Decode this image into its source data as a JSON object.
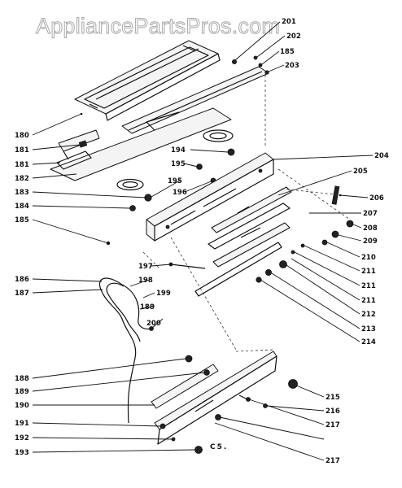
{
  "watermark": "AppliancePartsPros.com",
  "figure_code": "C5.",
  "callouts": [
    {
      "id": "201",
      "label": "201"
    },
    {
      "id": "202",
      "label": "202"
    },
    {
      "id": "185a",
      "label": "185"
    },
    {
      "id": "203",
      "label": "203"
    },
    {
      "id": "180",
      "label": "180"
    },
    {
      "id": "181a",
      "label": "181"
    },
    {
      "id": "181b",
      "label": "181"
    },
    {
      "id": "182",
      "label": "182"
    },
    {
      "id": "183",
      "label": "183"
    },
    {
      "id": "184",
      "label": "184"
    },
    {
      "id": "185b",
      "label": "185"
    },
    {
      "id": "194",
      "label": "194"
    },
    {
      "id": "195a",
      "label": "195"
    },
    {
      "id": "195b",
      "label": "195"
    },
    {
      "id": "196",
      "label": "196"
    },
    {
      "id": "204",
      "label": "204"
    },
    {
      "id": "205",
      "label": "205"
    },
    {
      "id": "206",
      "label": "206"
    },
    {
      "id": "207",
      "label": "207"
    },
    {
      "id": "208",
      "label": "208"
    },
    {
      "id": "209",
      "label": "209"
    },
    {
      "id": "210",
      "label": "210"
    },
    {
      "id": "211a",
      "label": "211"
    },
    {
      "id": "211b",
      "label": "211"
    },
    {
      "id": "211c",
      "label": "211"
    },
    {
      "id": "212",
      "label": "212"
    },
    {
      "id": "213",
      "label": "213"
    },
    {
      "id": "214",
      "label": "214"
    },
    {
      "id": "186",
      "label": "186"
    },
    {
      "id": "187",
      "label": "187"
    },
    {
      "id": "197",
      "label": "197"
    },
    {
      "id": "198",
      "label": "198"
    },
    {
      "id": "199",
      "label": "199"
    },
    {
      "id": "188a",
      "label": "188"
    },
    {
      "id": "200",
      "label": "200"
    },
    {
      "id": "188b",
      "label": "188"
    },
    {
      "id": "189",
      "label": "189"
    },
    {
      "id": "190",
      "label": "190"
    },
    {
      "id": "191",
      "label": "191"
    },
    {
      "id": "192",
      "label": "192"
    },
    {
      "id": "193",
      "label": "193"
    },
    {
      "id": "215",
      "label": "215"
    },
    {
      "id": "216",
      "label": "216"
    },
    {
      "id": "217a",
      "label": "217"
    },
    {
      "id": "217b",
      "label": "217"
    }
  ]
}
